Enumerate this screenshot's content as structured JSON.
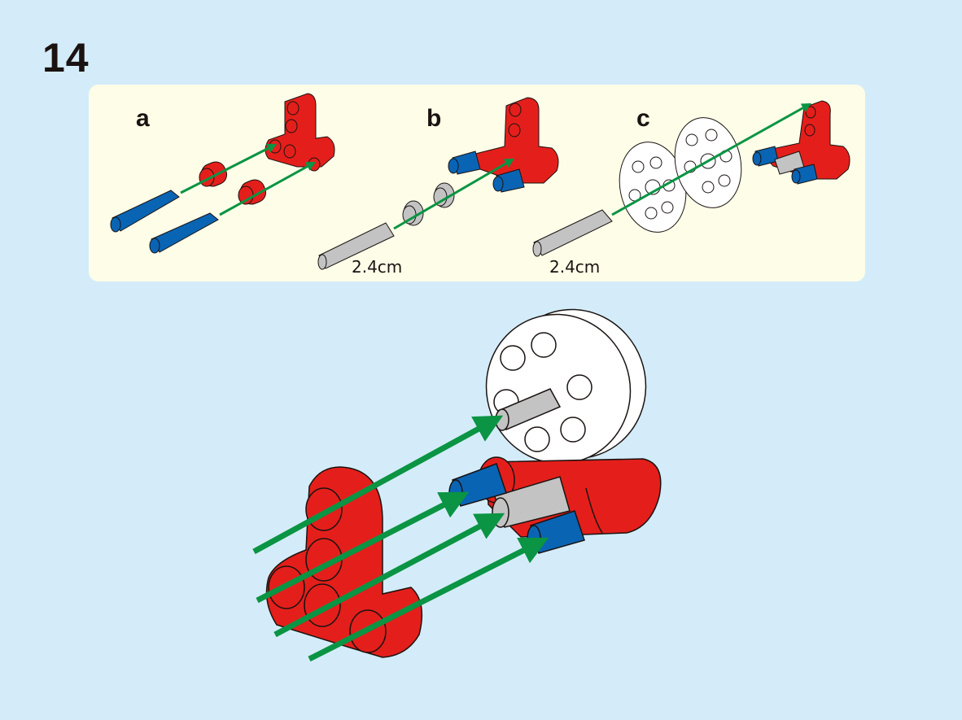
{
  "page": {
    "step_number": "14",
    "background_color": "#d4ecf9",
    "panel_color": "#fefde8"
  },
  "sub_steps": [
    {
      "label": "a",
      "parts": [
        "blue-pin",
        "blue-pin",
        "red-bush",
        "red-bush",
        "red-angled-beam"
      ]
    },
    {
      "label": "b",
      "parts": [
        "axle",
        "gray-bush",
        "gray-bush",
        "red-angled-beam-with-pins"
      ],
      "axle_length": "2.4cm"
    },
    {
      "label": "c",
      "parts": [
        "axle",
        "white-pulley-wheel",
        "white-pulley-wheel",
        "red-angled-beam-assembly"
      ],
      "axle_length": "2.4cm"
    }
  ],
  "main_assembly": {
    "parts": [
      "red-angled-beam",
      "white-pulley-wheel",
      "gray-axle",
      "blue-pin",
      "blue-pin",
      "red-beam-assembly"
    ],
    "arrow_count": 4
  },
  "colors": {
    "arrow": "#0a9443",
    "part_red": "#e41f1b",
    "part_blue": "#0a64b4",
    "part_gray": "#c3c3c3",
    "part_white": "#ffffff",
    "outline": "#1a1311"
  }
}
